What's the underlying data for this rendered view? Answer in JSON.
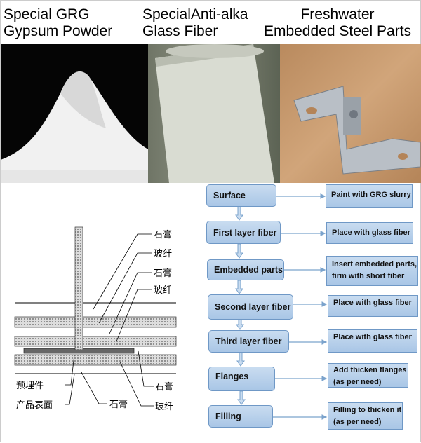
{
  "headers": {
    "powder": [
      "Special GRG",
      "Gypsum Powder"
    ],
    "fiber": [
      "SpecialAnti-alka",
      "Glass Fiber"
    ],
    "steel": [
      "Freshwater",
      "Embedded Steel Parts"
    ]
  },
  "diagram": {
    "labels_right": [
      "石膏",
      "玻纤",
      "石膏",
      "玻纤"
    ],
    "embedded": "预埋件",
    "surface": "产品表面",
    "bottom_gypsum": "石膏",
    "bottom_right_gypsum": "石膏",
    "bottom_right_fiber": "玻纤"
  },
  "flow": {
    "steps": [
      {
        "step": "Surface",
        "action": "Paint with GRG slurry"
      },
      {
        "step": "First layer fiber",
        "action": "Place with glass fiber"
      },
      {
        "step": "Embedded parts",
        "action": "Insert embedded parts, firm with short fiber"
      },
      {
        "step": "Second layer fiber",
        "action": "Place with glass fiber"
      },
      {
        "step": "Third layer fiber",
        "action": "Place with glass fiber"
      },
      {
        "step": "Flanges",
        "action": "Add thicken flanges (as per need)"
      },
      {
        "step": "Filling",
        "action": "Filling to thicken it (as per need)"
      }
    ]
  }
}
